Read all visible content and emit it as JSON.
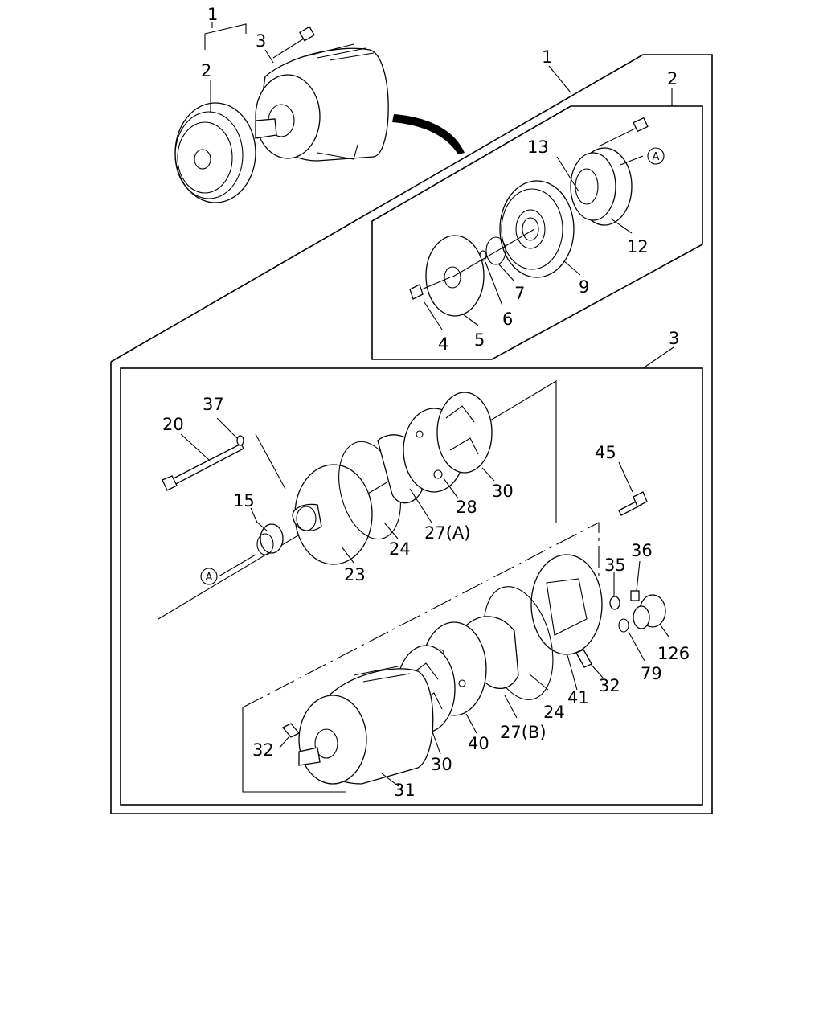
{
  "diagram": {
    "labels": {
      "l1_top": "1",
      "l2_top": "2",
      "l3_top": "3",
      "l1": "1",
      "l2": "2",
      "l3": "3",
      "l4": "4",
      "l5": "5",
      "l6": "6",
      "l7": "7",
      "l9": "9",
      "l12": "12",
      "l13": "13",
      "l15": "15",
      "l20": "20",
      "l23": "23",
      "l24a": "24",
      "l24b": "24",
      "l27a": "27(A)",
      "l27b": "27(B)",
      "l28": "28",
      "l30a": "30",
      "l30b": "30",
      "l31": "31",
      "l32a": "32",
      "l32b": "32",
      "l35": "35",
      "l36": "36",
      "l37": "37",
      "l40": "40",
      "l41": "41",
      "l45": "45",
      "l79": "79",
      "l126": "126",
      "refA1": "A",
      "refA2": "A"
    }
  }
}
